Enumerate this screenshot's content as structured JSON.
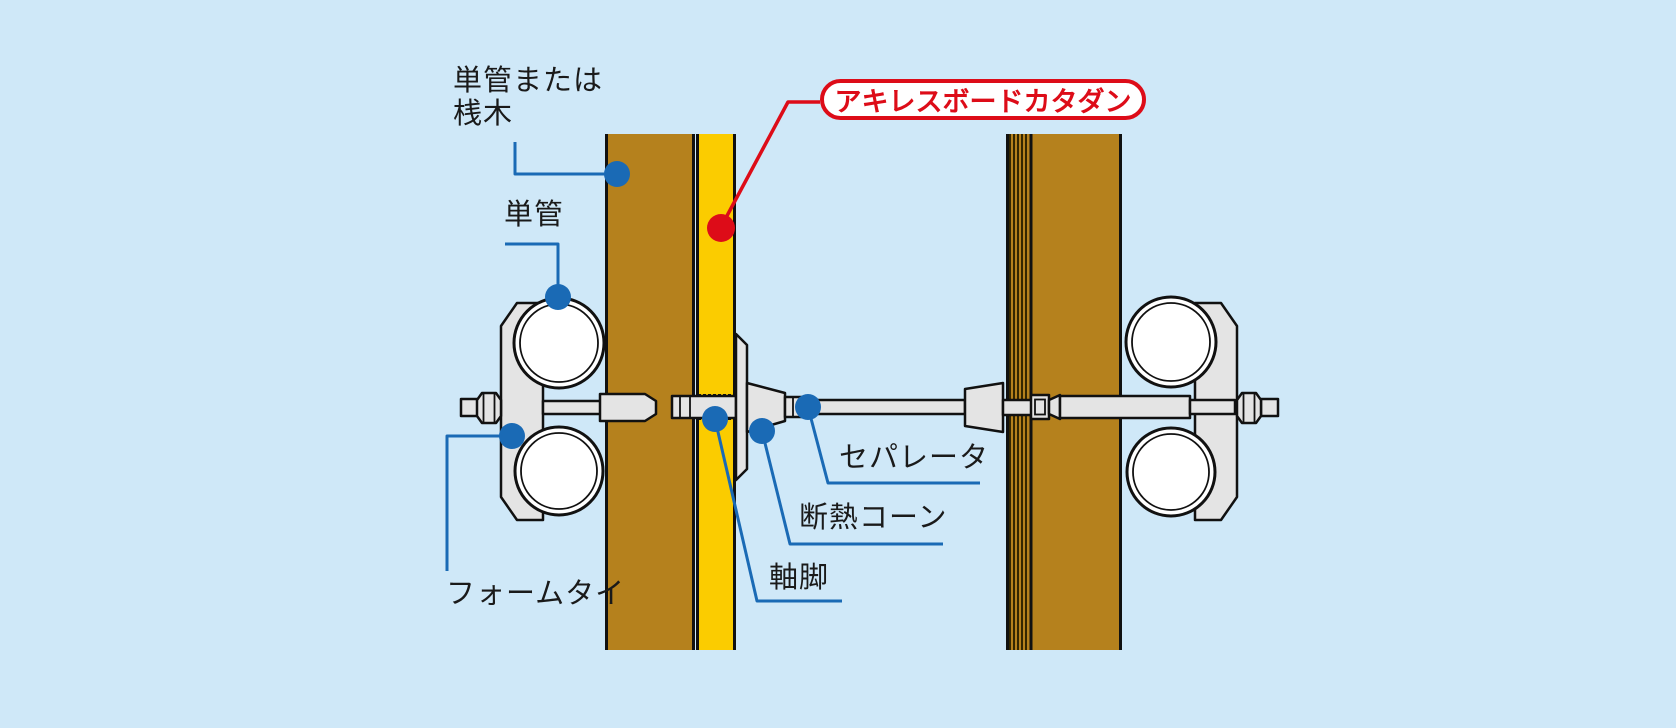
{
  "colors": {
    "background": "#cfe8f8",
    "wood": "#b5811d",
    "insulation-yellow": "#fbcc00",
    "hardware-gray": "#e4e4e4",
    "outline-black": "#111111",
    "leader-blue": "#1a6ab5",
    "accent-red": "#dd0c18",
    "text-black": "#1a1a1a",
    "white": "#ffffff"
  },
  "labels": {
    "pipe_or_batten": "単管または\n桟木",
    "pipe": "単管",
    "product_callout": "アキレスボードカタダン",
    "separator": "セパレータ",
    "insulation_cone": "断熱コーン",
    "axial_leg": "軸脚",
    "form_tie": "フォームタイ"
  }
}
